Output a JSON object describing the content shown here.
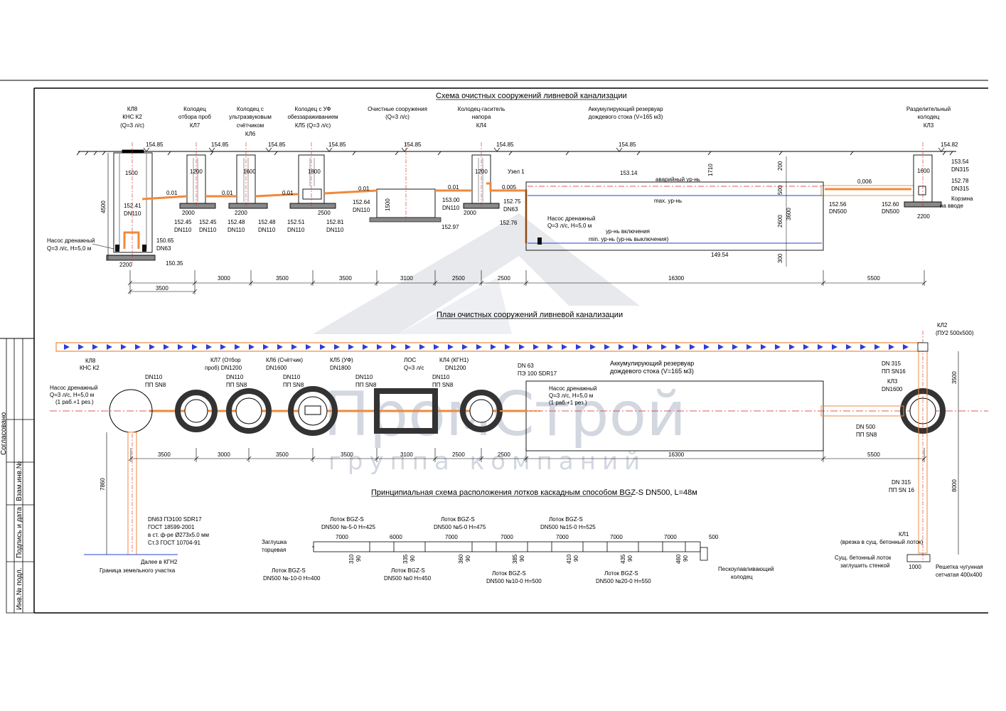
{
  "watermark": {
    "line1": "ПромСтрой",
    "line2": "группа компаний"
  },
  "title_block": {
    "approved": "Согласовано",
    "inv_repl": "Взам.инв.№",
    "sign_date": "Подпись и дата",
    "inv_orig": "Инв.№ подл."
  },
  "profile": {
    "title": "Схема очистных сооружений ливневой канализации",
    "wells": [
      {
        "lines": [
          "КЛ8",
          "КНС К2",
          "(Q=3 л/с)"
        ]
      },
      {
        "lines": [
          "Колодец",
          "отбора проб",
          "КЛ7"
        ]
      },
      {
        "lines": [
          "Колодец с",
          "ультразвуковым",
          "счётчиком",
          "КЛ6"
        ]
      },
      {
        "lines": [
          "Колодец с УФ",
          "обеззараживанием",
          "КЛ5 (Q=3 л/с)"
        ]
      },
      {
        "lines": [
          "Очистные сооружения",
          "(Q=3 л/с)"
        ]
      },
      {
        "lines": [
          "Колодец-гаситель",
          "напора",
          "КЛ4"
        ]
      },
      {
        "lines": [
          "Аккумулирующий резервуар",
          "дождевого стока (V=165 м3)"
        ]
      },
      {
        "lines": [
          "Разделительный",
          "колодец",
          "КЛ3"
        ]
      }
    ],
    "ground_marks": [
      "154.85",
      "154.85",
      "154.85",
      "154.85",
      "154.85",
      "154.85",
      "154.85",
      "154.82"
    ],
    "diameters": [
      "1500",
      "1200",
      "1600",
      "1800",
      "1200",
      "1600"
    ],
    "bases": [
      "2200",
      "2000",
      "2200",
      "2500",
      "2000",
      "2200"
    ],
    "elev_a": [
      "152.41",
      "DN110",
      "150.65",
      "DN63",
      "150.35",
      "4500"
    ],
    "elev_kl7": [
      "152.45",
      "DN110",
      "152.45",
      "DN110"
    ],
    "elev_kl6": [
      "152.48",
      "DN110",
      "152.48",
      "DN110"
    ],
    "elev_kl5": [
      "152.51",
      "DN110",
      "152.81",
      "DN110"
    ],
    "elev_los": [
      "152.64",
      "DN110",
      "1500",
      "152.97"
    ],
    "elev_kl4": [
      "153.00",
      "DN110",
      "152.75",
      "DN63",
      "152.76"
    ],
    "slopes": [
      "0.01",
      "0.01",
      "0.01",
      "0.01",
      "0.01",
      "0.005",
      "0,006"
    ],
    "node": "Узел 1",
    "pump_a": [
      "Насос дренажный",
      "Q=3 л/с, H=5,0 м"
    ],
    "pump_b": [
      "Насос дренажный",
      "Q=3 л/с, H=5,0 м"
    ],
    "tank": {
      "top": "153.14",
      "alarm": "аварийный ур-нь",
      "max": "max. ур-нь",
      "on": "ур-нь включения",
      "min": "min. ур-нь (ур-нь выключения)",
      "bottom": "149.54",
      "h1": "1710",
      "h2": "200",
      "h3": "500",
      "h4": "2600",
      "h5": "3600",
      "h6": "300"
    },
    "kl3": [
      "153.54",
      "DN315",
      "152.78",
      "DN315",
      "Корзина",
      "на вводе",
      "152.56",
      "DN500",
      "152.60",
      "DN500",
      "1600",
      "2200"
    ],
    "spacing": [
      "3500",
      "3000",
      "3500",
      "3500",
      "3100",
      "2500",
      "2500",
      "16300",
      "5500"
    ]
  },
  "plan": {
    "title": "План очистных сооружений ливневой канализации",
    "labels": {
      "kl8": [
        "КЛ8",
        "КНС К2"
      ],
      "pump_a": [
        "Насос дренажный",
        "Q=3 л/с, H=5,0 м",
        "(1 раб.+1 рез.)"
      ],
      "pipe_a": [
        "DN110",
        "ПП SN8"
      ],
      "kl7": [
        "КЛ7 (Отбор",
        "проб) DN1200"
      ],
      "pipe_b": [
        "DN110",
        "ПП  SN8"
      ],
      "kl6": [
        "КЛ6 (Счётчик)",
        "DN1600"
      ],
      "pipe_c": [
        "DN110",
        "ПП  SN8"
      ],
      "kl5": [
        "КЛ5 (УФ)",
        "DN1800"
      ],
      "pipe_d": [
        "DN110",
        "ПП  SN8"
      ],
      "los": [
        "ЛОС",
        "Q=3 л/с"
      ],
      "kl4": [
        "КЛ4 (КГН1)",
        "DN1200"
      ],
      "pipe_e": [
        "DN110",
        "ПП  SN8"
      ],
      "pipe_f": [
        "DN 63",
        "ПЭ 100 SDR17"
      ],
      "pump_b": [
        "Насос дренажный",
        "Q=3 л/с, H=5,0 м",
        "(1 раб.+1 рез.)"
      ],
      "tank": [
        "Аккумулирующий резервуар",
        "дождевого стока (V=165 м3)"
      ],
      "kl2": [
        "КЛ2",
        "(ПУ2 500х500)"
      ],
      "pipe_g": [
        "DN 315",
        "ПП SN16"
      ],
      "kl3": [
        "КЛ3",
        "DN1600"
      ],
      "pipe_h": [
        "DN 500",
        "ПП SN8"
      ],
      "pipe_i": [
        "DN 315",
        "ПП SN 16"
      ],
      "kl1": [
        "КЛ1",
        "(врезка в сущ. бетонный лоток)"
      ],
      "tray": [
        "Сущ. бетонный лоток",
        "заглушить стенкой"
      ],
      "grate": [
        "Решетка чугунная",
        "сетчатая 400х400"
      ],
      "pipe_j": [
        "DN63 ПЭ100 SDR17",
        "ГОСТ 18599-2001",
        "в ст. ф-ре  Ø273х5.0 мм",
        "Ст.3 ГОСТ 10704-91"
      ],
      "next": "Далее в КГН2",
      "border": "Граница земельного участка"
    },
    "dims": [
      "3500",
      "3000",
      "3500",
      "3500",
      "3100",
      "2500",
      "2500",
      "16300",
      "5500",
      "7860",
      "3500",
      "8000",
      "1000"
    ]
  },
  "cascade": {
    "title": "Принципиальная схема расположения лотков каскадным способом BGZ-S DN500, L=48м",
    "top_labels": [
      [
        "Лоток BGZ-S",
        "DN500 №-5-0 H=425"
      ],
      [
        "Лоток BGZ-S",
        "DN500 №5-0 H=475"
      ],
      [
        "Лоток BGZ-S",
        "DN500 №15-0 H=525"
      ]
    ],
    "bottom_labels": [
      [
        "Лоток BGZ-S",
        "DN500 №-10-0 H=400"
      ],
      [
        "Лоток BGZ-S",
        "DN500 №0 H=450"
      ],
      [
        "Лоток BGZ-S",
        "DN500 №10-0 H=500"
      ],
      [
        "Лоток BGZ-S",
        "DN500 №20-0 H=550"
      ]
    ],
    "lengths": [
      "7000",
      "6000",
      "7000",
      "7000",
      "7000",
      "7000",
      "7000",
      "500"
    ],
    "drops": [
      "310",
      "90",
      "335",
      "90",
      "360",
      "90",
      "385",
      "90",
      "410",
      "90",
      "435",
      "90",
      "460",
      "90"
    ],
    "plug": [
      "Заглушка",
      "торцевая"
    ],
    "sand": [
      "Пескоулавливающий",
      "колодец"
    ]
  },
  "colors": {
    "pipe": "#f0893a",
    "flow": "#2a3fd6",
    "level": "#2a3fd6",
    "axis": "#d9242b",
    "line": "#000000"
  }
}
